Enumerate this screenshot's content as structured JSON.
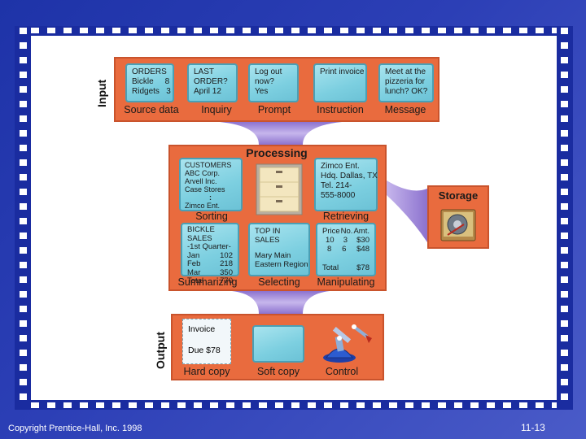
{
  "colors": {
    "background": "#2c3fb6",
    "box": "#e96b3e",
    "screen": "#8fd6e6",
    "connector": "#a58fd8"
  },
  "input": {
    "title": "Input",
    "items": [
      {
        "label": "Source data",
        "lines": [
          "ORDERS",
          "Bickle     8",
          "Ridgets   3"
        ]
      },
      {
        "label": "Inquiry",
        "lines": [
          "LAST",
          "ORDER?",
          "April 12"
        ]
      },
      {
        "label": "Prompt",
        "lines": [
          "Log out",
          "now?",
          "Yes"
        ]
      },
      {
        "label": "Instruction",
        "lines": [
          "Print invoice"
        ]
      },
      {
        "label": "Message",
        "lines": [
          "Meet at the",
          "pizzeria for",
          "lunch? OK?"
        ]
      }
    ]
  },
  "processing": {
    "title": "Processing",
    "sorting": {
      "label": "Sorting",
      "lines": [
        "CUSTOMERS",
        "ABC Corp.",
        "Arvell Inc.",
        "Case Stores",
        ":",
        "Zimco Ent."
      ]
    },
    "retrieving": {
      "label": "Retrieving",
      "lines": [
        "Zimco Ent.",
        "Hdq. Dallas, TX",
        "Tel. 214-",
        "555-8000"
      ]
    },
    "summarizing": {
      "label": "Summarizing",
      "title": "BICKLE SALES",
      "subtitle": "-1st Quarter-",
      "rows": [
        [
          "Jan",
          "102"
        ],
        [
          "Feb",
          "218"
        ],
        [
          "Mar",
          "350"
        ],
        [
          "Total",
          "770"
        ]
      ]
    },
    "selecting": {
      "label": "Selecting",
      "lines": [
        "TOP IN SALES",
        "",
        "Mary Main",
        "Eastern Region"
      ]
    },
    "manipulating": {
      "label": "Manipulating",
      "header": [
        "Price",
        "No.",
        "Amt."
      ],
      "rows": [
        [
          "10",
          "3",
          "$30"
        ],
        [
          "8",
          "6",
          "$48"
        ]
      ],
      "total": [
        "Total",
        "$78"
      ]
    }
  },
  "storage": {
    "title": "Storage",
    "icon": "disk-drive-icon"
  },
  "output": {
    "title": "Output",
    "hard_copy": {
      "label": "Hard copy",
      "line1": "Invoice",
      "line2": "Due $78"
    },
    "soft_copy": {
      "label": "Soft copy"
    },
    "control": {
      "label": "Control",
      "icon": "robot-arm-icon"
    }
  },
  "footer": {
    "copyright": "Copyright Prentice-Hall, Inc. 1998",
    "page": "11-13"
  }
}
